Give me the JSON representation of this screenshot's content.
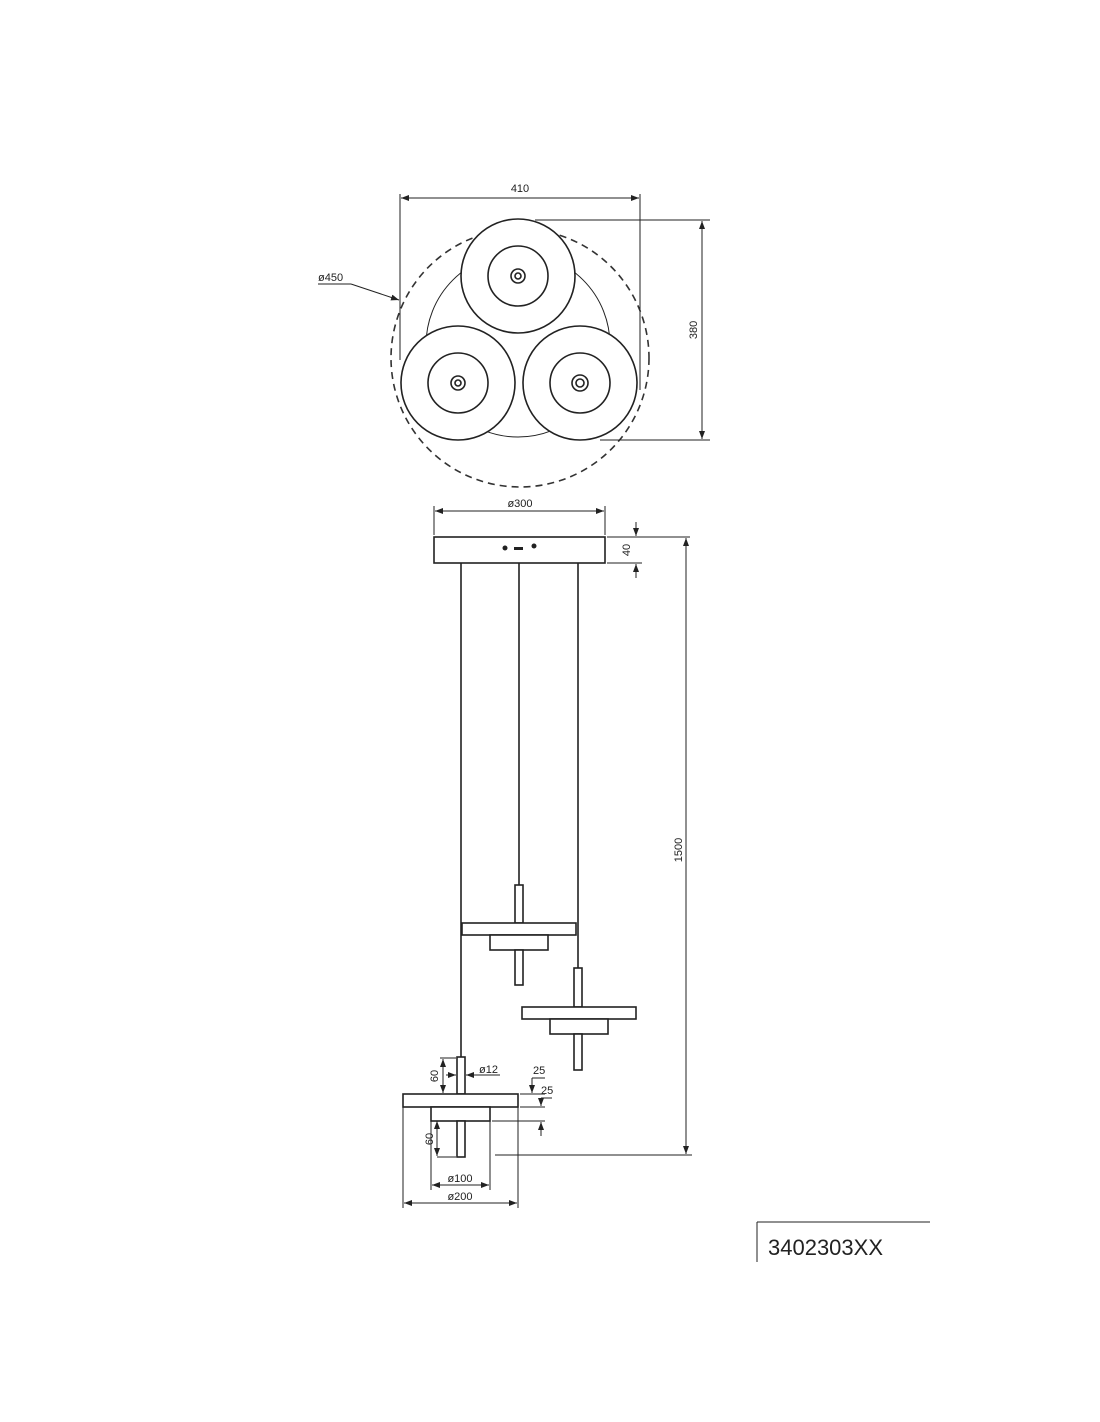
{
  "top_view": {
    "width_label": "410",
    "height_label": "380",
    "diameter_label": "ø450"
  },
  "side_view": {
    "canopy_diameter_label": "ø300",
    "canopy_height_label": "40",
    "total_height_label": "1500",
    "stem_height_label": "60",
    "stem_diameter_label": "ø12",
    "disk_thickness_label": "25",
    "inner_thickness_label": "25",
    "lower_stem_label": "60",
    "inner_diameter_label": "ø100",
    "disk_diameter_label": "ø200"
  },
  "product_code": "3402303XX"
}
